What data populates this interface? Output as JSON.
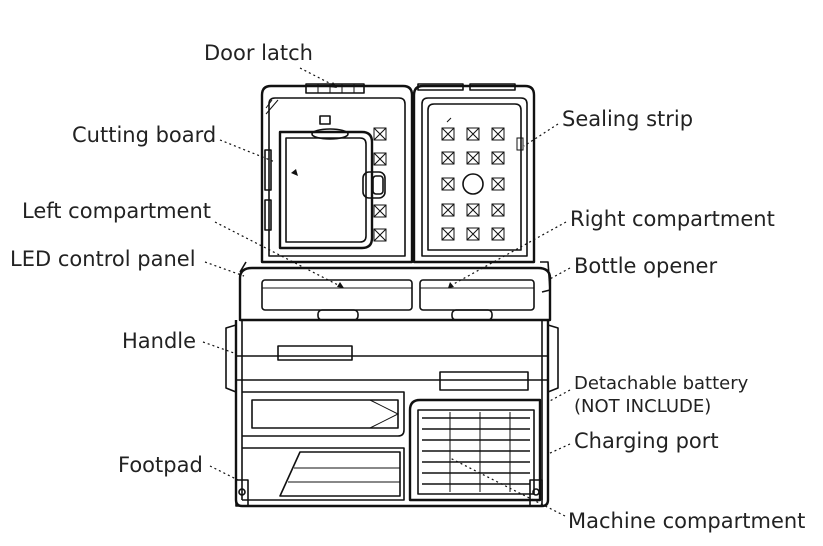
{
  "labels": {
    "door_latch": "Door latch",
    "cutting_board": "Cutting board",
    "left_compartment": "Left compartment",
    "led_control_panel": "LED control panel",
    "handle": "Handle",
    "footpad": "Footpad",
    "sealing_strip": "Sealing strip",
    "right_compartment": "Right compartment",
    "bottle_opener": "Bottle opener",
    "detachable_battery_line1": "Detachable battery",
    "detachable_battery_line2": "(NOT INCLUDE)",
    "charging_port": "Charging port",
    "machine_compartment": "Machine compartment"
  },
  "icons": {
    "arrow": "arrowhead-icon"
  }
}
